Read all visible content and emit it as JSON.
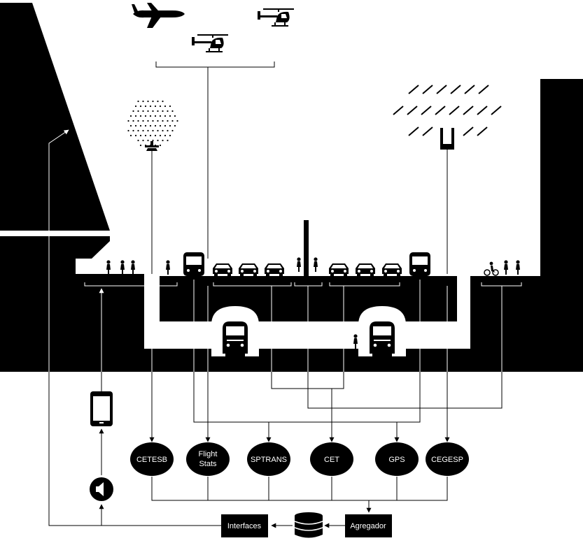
{
  "nodes": {
    "cetesb": "CETESB",
    "flightstats_line1": "Flight",
    "flightstats_line2": "Stats",
    "sptrans": "SPTRANS",
    "cet": "CET",
    "gps": "GPS",
    "cegesp": "CEGESP"
  },
  "pipeline": {
    "interfaces": "Interfaces",
    "agregador": "Agregador"
  },
  "colors": {
    "ink": "#000000",
    "paper": "#ffffff"
  }
}
